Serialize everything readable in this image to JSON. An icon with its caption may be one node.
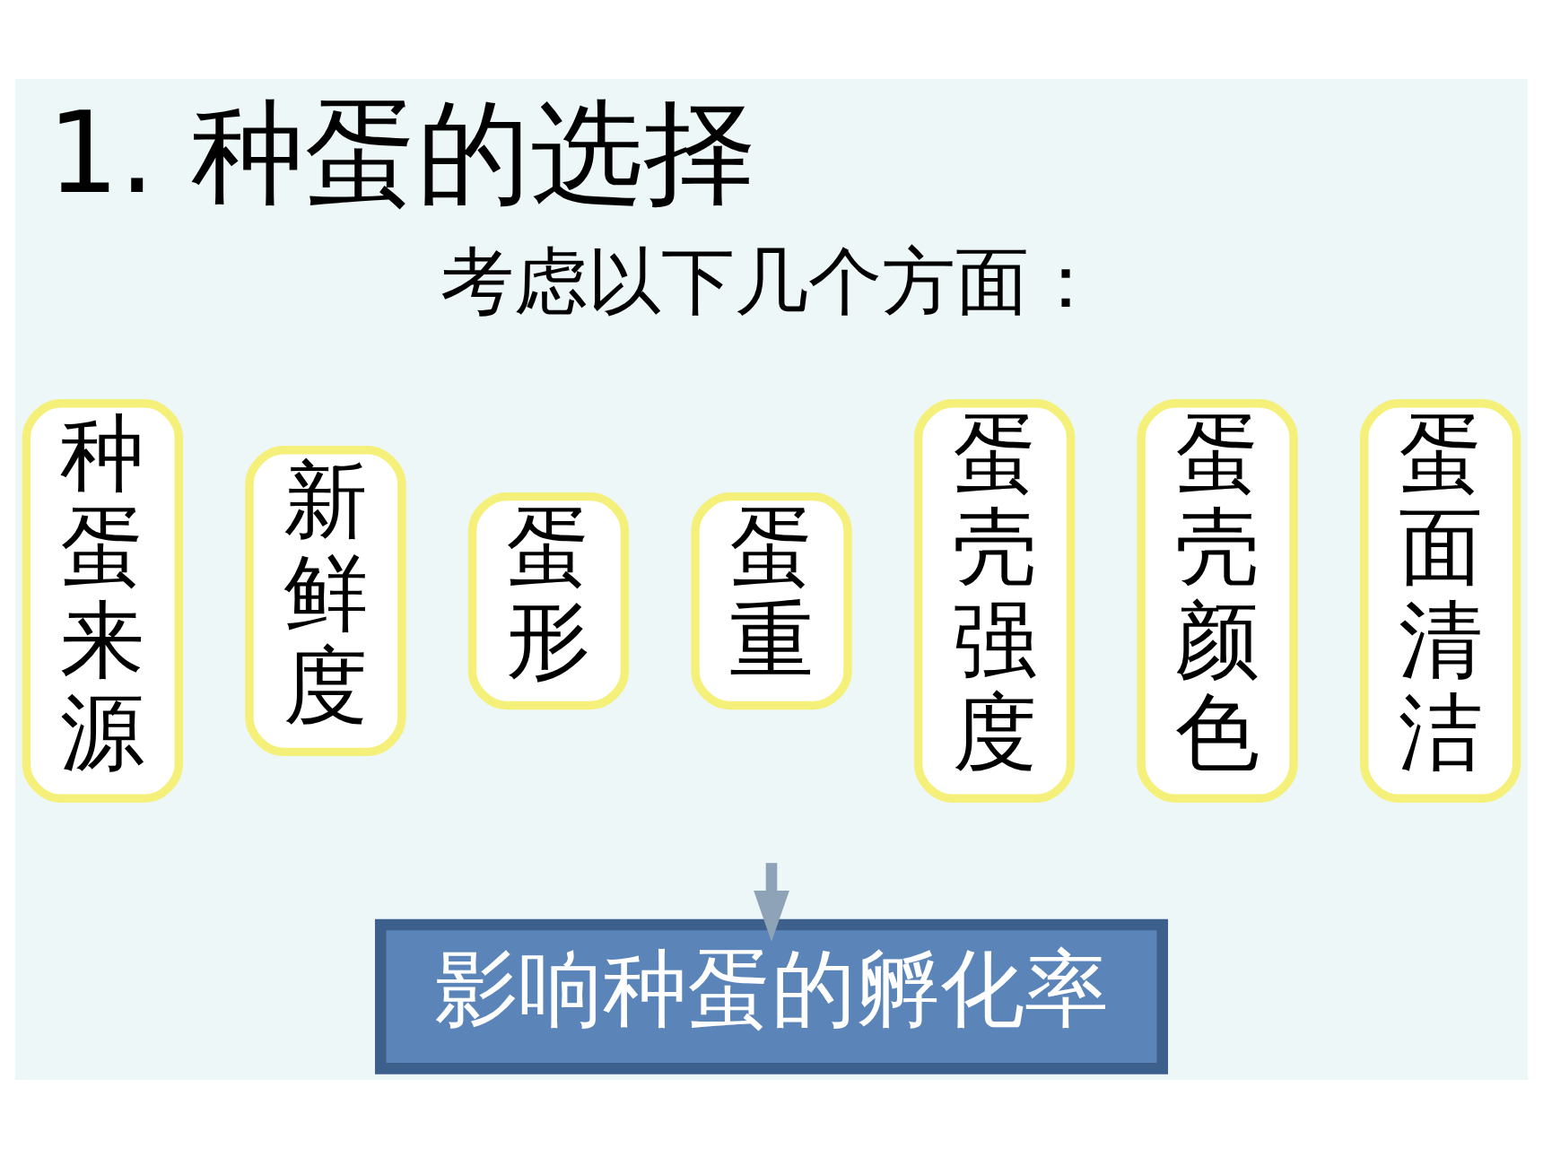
{
  "diagram": {
    "title": "1. 种蛋的选择",
    "nodes": [
      {
        "text": [
          "种蛋来源"
        ]
      },
      {
        "text": [
          "新鲜度"
        ]
      },
      {
        "text": [
          "蛋形"
        ]
      },
      {
        "text": [
          "蛋重"
        ]
      },
      {
        "text": [
          "蛋壳强度"
        ]
      },
      {
        "text": [
          "蛋壳颜色"
        ]
      },
      {
        "text": [
          "蛋面清洁"
        ]
      },
      {
        "text": [
          "影响种蛋的孵化率"
        ]
      }
    ],
    "edges": [
      {
        "from": null,
        "to": 7,
        "arrow": "to"
      }
    ],
    "labels": [
      "考虑以下几个方面："
    ]
  }
}
